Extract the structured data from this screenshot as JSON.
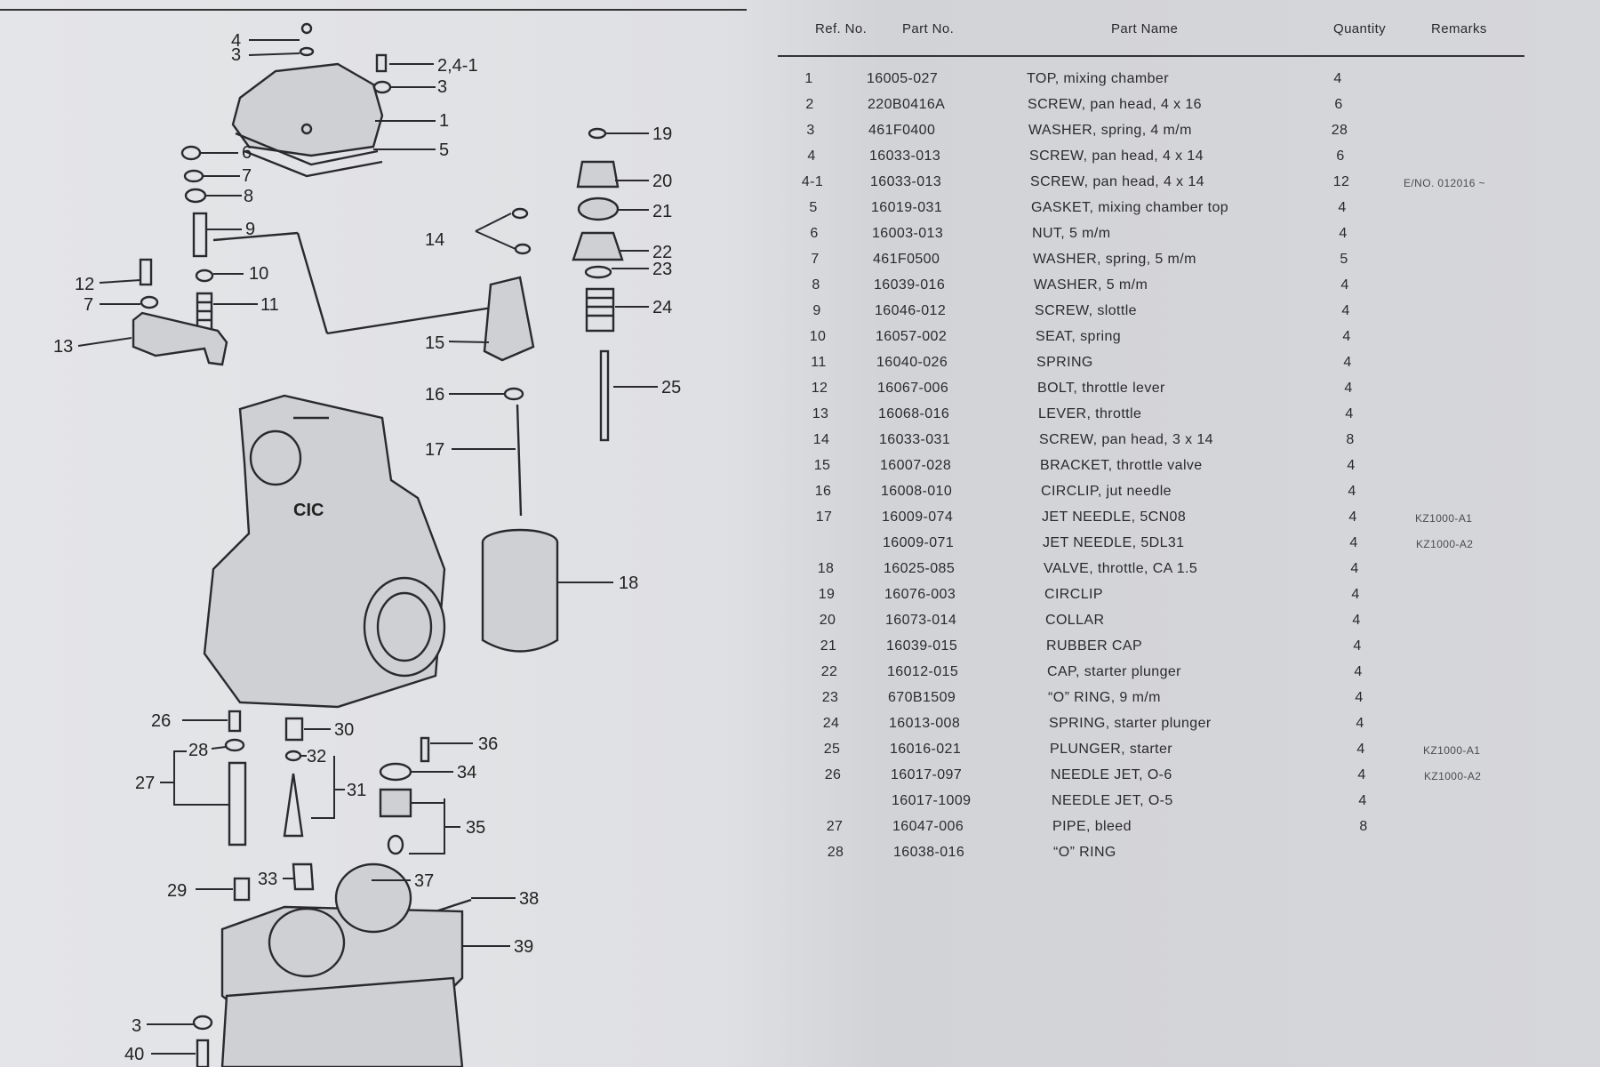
{
  "table": {
    "headers": {
      "ref": "Ref. No.",
      "part_no": "Part No.",
      "part_name": "Part Name",
      "quantity": "Quantity",
      "remarks": "Remarks"
    },
    "rows": [
      {
        "ref": "1",
        "part_no": "16005-027",
        "name": "TOP, mixing chamber",
        "qty": "4",
        "remarks": ""
      },
      {
        "ref": "2",
        "part_no": "220B0416A",
        "name": "SCREW, pan head, 4 x 16",
        "qty": "6",
        "remarks": ""
      },
      {
        "ref": "3",
        "part_no": "461F0400",
        "name": "WASHER, spring, 4 m/m",
        "qty": "28",
        "remarks": ""
      },
      {
        "ref": "4",
        "part_no": "16033-013",
        "name": "SCREW, pan head, 4 x 14",
        "qty": "6",
        "remarks": ""
      },
      {
        "ref": "4-1",
        "part_no": "16033-013",
        "name": "SCREW, pan head, 4 x 14",
        "qty": "12",
        "remarks": "E/NO. 012016 ~"
      },
      {
        "ref": "5",
        "part_no": "16019-031",
        "name": "GASKET, mixing chamber top",
        "qty": "4",
        "remarks": ""
      },
      {
        "ref": "6",
        "part_no": "16003-013",
        "name": "NUT, 5 m/m",
        "qty": "4",
        "remarks": ""
      },
      {
        "ref": "7",
        "part_no": "461F0500",
        "name": "WASHER, spring, 5 m/m",
        "qty": "5",
        "remarks": ""
      },
      {
        "ref": "8",
        "part_no": "16039-016",
        "name": "WASHER, 5 m/m",
        "qty": "4",
        "remarks": ""
      },
      {
        "ref": "9",
        "part_no": "16046-012",
        "name": "SCREW, slottle",
        "qty": "4",
        "remarks": ""
      },
      {
        "ref": "10",
        "part_no": "16057-002",
        "name": "SEAT, spring",
        "qty": "4",
        "remarks": ""
      },
      {
        "ref": "11",
        "part_no": "16040-026",
        "name": "SPRING",
        "qty": "4",
        "remarks": ""
      },
      {
        "ref": "12",
        "part_no": "16067-006",
        "name": "BOLT, throttle lever",
        "qty": "4",
        "remarks": ""
      },
      {
        "ref": "13",
        "part_no": "16068-016",
        "name": "LEVER, throttle",
        "qty": "4",
        "remarks": ""
      },
      {
        "ref": "14",
        "part_no": "16033-031",
        "name": "SCREW, pan head, 3 x 14",
        "qty": "8",
        "remarks": ""
      },
      {
        "ref": "15",
        "part_no": "16007-028",
        "name": "BRACKET, throttle valve",
        "qty": "4",
        "remarks": ""
      },
      {
        "ref": "16",
        "part_no": "16008-010",
        "name": "CIRCLIP, jut needle",
        "qty": "4",
        "remarks": ""
      },
      {
        "ref": "17",
        "part_no": "16009-074",
        "name": "JET NEEDLE, 5CN08",
        "qty": "4",
        "remarks": "KZ1000-A1"
      },
      {
        "ref": "",
        "part_no": "16009-071",
        "name": "JET NEEDLE, 5DL31",
        "qty": "4",
        "remarks": "KZ1000-A2"
      },
      {
        "ref": "18",
        "part_no": "16025-085",
        "name": "VALVE, throttle, CA 1.5",
        "qty": "4",
        "remarks": ""
      },
      {
        "ref": "19",
        "part_no": "16076-003",
        "name": "CIRCLIP",
        "qty": "4",
        "remarks": ""
      },
      {
        "ref": "20",
        "part_no": "16073-014",
        "name": "COLLAR",
        "qty": "4",
        "remarks": ""
      },
      {
        "ref": "21",
        "part_no": "16039-015",
        "name": "RUBBER CAP",
        "qty": "4",
        "remarks": ""
      },
      {
        "ref": "22",
        "part_no": "16012-015",
        "name": "CAP, starter plunger",
        "qty": "4",
        "remarks": ""
      },
      {
        "ref": "23",
        "part_no": "670B1509",
        "name": "“O” RING, 9 m/m",
        "qty": "4",
        "remarks": ""
      },
      {
        "ref": "24",
        "part_no": "16013-008",
        "name": "SPRING, starter plunger",
        "qty": "4",
        "remarks": ""
      },
      {
        "ref": "25",
        "part_no": "16016-021",
        "name": "PLUNGER, starter",
        "qty": "4",
        "remarks": "KZ1000-A1"
      },
      {
        "ref": "26",
        "part_no": "16017-097",
        "name": "NEEDLE JET, O-6",
        "qty": "4",
        "remarks": "KZ1000-A2"
      },
      {
        "ref": "",
        "part_no": "16017-1009",
        "name": "NEEDLE JET, O-5",
        "qty": "4",
        "remarks": ""
      },
      {
        "ref": "27",
        "part_no": "16047-006",
        "name": "PIPE, bleed",
        "qty": "8",
        "remarks": ""
      },
      {
        "ref": "28",
        "part_no": "16038-016",
        "name": "“O” RING",
        "qty": "",
        "remarks": ""
      }
    ]
  },
  "diagram": {
    "callouts": [
      "4",
      "3",
      "2,4-1",
      "3",
      "1",
      "5",
      "6",
      "7",
      "8",
      "9",
      "14",
      "10",
      "12",
      "7",
      "11",
      "13",
      "15",
      "16",
      "17",
      "18",
      "19",
      "20",
      "21",
      "22",
      "23",
      "24",
      "25",
      "26",
      "28",
      "27",
      "30",
      "32",
      "31",
      "36",
      "34",
      "35",
      "29",
      "33",
      "37",
      "38",
      "39",
      "3",
      "40"
    ],
    "logo_text": "CIC"
  }
}
